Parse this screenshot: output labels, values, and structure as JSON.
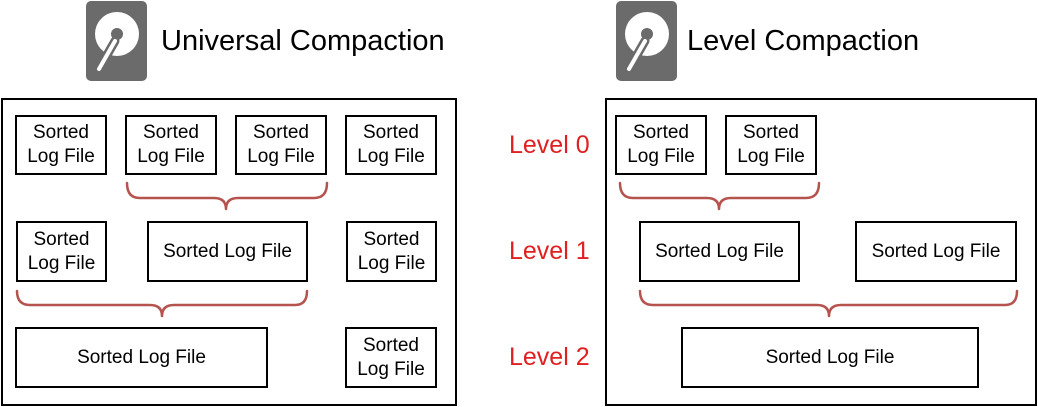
{
  "diagrams": {
    "universal": {
      "title": "Universal Compaction",
      "icon": "hard-disk-icon"
    },
    "level": {
      "title": "Level Compaction",
      "icon": "hard-disk-icon"
    }
  },
  "levels": [
    "Level 0",
    "Level 1",
    "Level 2"
  ],
  "universal_files": {
    "l0": [
      "Sorted\nLog File",
      "Sorted\nLog File",
      "Sorted\nLog File",
      "Sorted\nLog File"
    ],
    "l1": [
      "Sorted\nLog File",
      "Sorted Log File",
      "Sorted\nLog File"
    ],
    "l2": [
      "Sorted Log File",
      "Sorted\nLog File"
    ]
  },
  "level_files": {
    "l0": [
      "Sorted\nLog File",
      "Sorted\nLog File"
    ],
    "l1": [
      "Sorted Log File",
      "Sorted Log File"
    ],
    "l2": [
      "Sorted Log File"
    ]
  },
  "colors": {
    "level_label": "#e02020",
    "bracket": "#b5544f",
    "icon": "#6b6b6b"
  }
}
